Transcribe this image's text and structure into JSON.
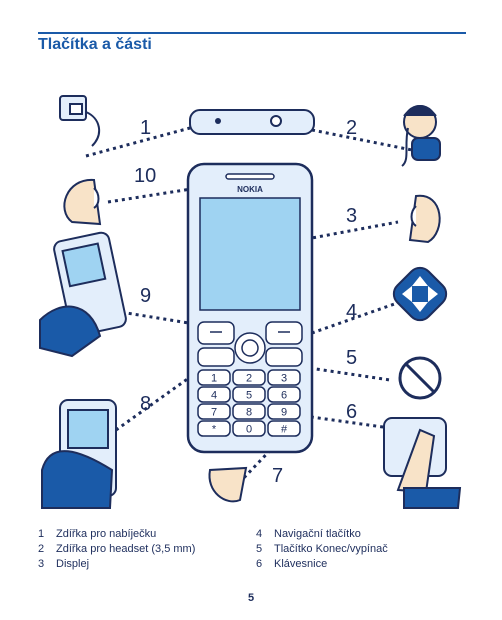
{
  "title": "Tlačítka a části",
  "brand": "NOKIA",
  "callouts": [
    "1",
    "2",
    "3",
    "4",
    "5",
    "6",
    "7",
    "8",
    "9",
    "10"
  ],
  "keys": [
    "1",
    "2",
    "3",
    "4",
    "5",
    "6",
    "7",
    "8",
    "9",
    "*",
    "0",
    "#"
  ],
  "legend_left": [
    {
      "num": "1",
      "label": "Zdířka pro nabíječku"
    },
    {
      "num": "2",
      "label": "Zdířka pro headset (3,5 mm)"
    },
    {
      "num": "3",
      "label": "Displej"
    }
  ],
  "legend_right": [
    {
      "num": "4",
      "label": "Navigační tlačítko"
    },
    {
      "num": "5",
      "label": "Tlačítko Konec/vypínač"
    },
    {
      "num": "6",
      "label": "Klávesnice"
    }
  ],
  "page_number": "5",
  "colors": {
    "accent": "#1a5aa8",
    "ink": "#1d2d5c",
    "screen": "#9fd3f2",
    "body": "#e3eefb"
  }
}
